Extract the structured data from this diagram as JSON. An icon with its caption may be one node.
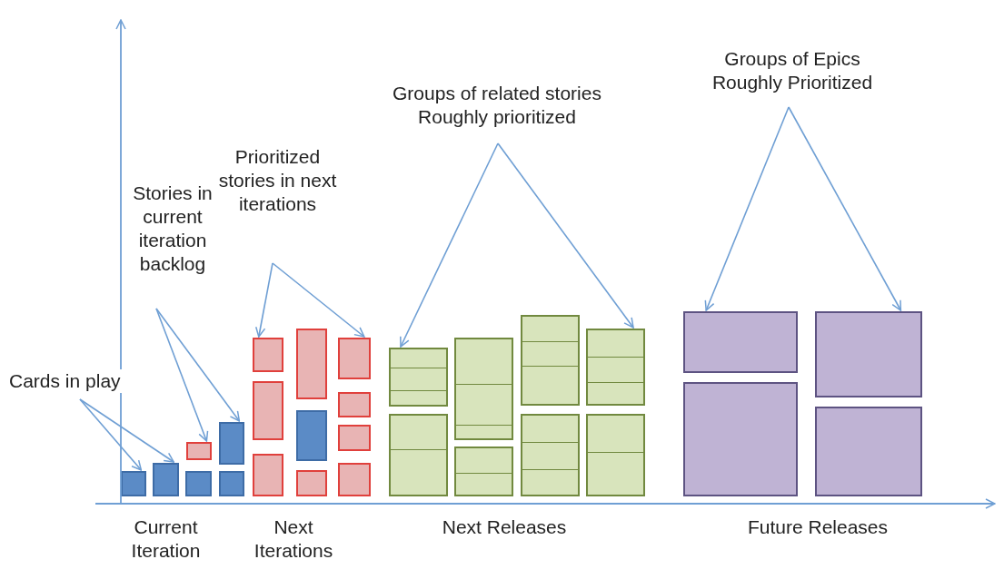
{
  "diagram": {
    "nodes": [
      {
        "text": [
          "Groups of Epics Roughly Prioritized"
        ]
      },
      {
        "text": [
          "Groups of related stories Roughly prioritized"
        ]
      },
      {
        "text": [
          "Prioritized stories in next iterations"
        ]
      },
      {
        "text": [
          "Stories in current iteration backlog"
        ]
      },
      {
        "text": [
          "Cards in play"
        ]
      },
      {
        "text": [],
        "shape": "box"
      },
      {
        "text": [],
        "shape": "box"
      },
      {
        "text": [],
        "shape": "box"
      },
      {
        "text": [],
        "shape": "box"
      },
      {
        "text": [],
        "shape": "box"
      },
      {
        "text": [],
        "shape": "box"
      },
      {
        "text": [],
        "shape": "box"
      },
      {
        "text": [],
        "shape": "box"
      },
      {
        "text": [],
        "shape": "box"
      },
      {
        "text": [],
        "shape": "box"
      },
      {
        "text": [],
        "shape": "box"
      },
      {
        "text": [],
        "shape": "box"
      },
      {
        "text": [],
        "shape": "box"
      },
      {
        "text": [],
        "shape": "box"
      },
      {
        "text": [],
        "shape": "box"
      },
      {
        "text": [],
        "shape": "box"
      },
      {
        "text": [],
        "shape": "box"
      },
      {
        "text": [],
        "shape": "box"
      },
      {
        "text": [],
        "shape": "box"
      },
      {
        "text": [],
        "shape": "box"
      },
      {
        "text": [],
        "shape": "box"
      },
      {
        "text": [],
        "shape": "box"
      },
      {
        "text": [],
        "shape": "box"
      },
      {
        "text": [],
        "shape": "box"
      },
      {
        "text": [],
        "shape": "box"
      },
      {
        "text": [],
        "shape": "box"
      },
      {
        "text": [],
        "shape": "box"
      },
      {
        "text": [],
        "shape": "box"
      }
    ],
    "edges": [
      {
        "from": 4,
        "to": 5,
        "arrow": "to"
      },
      {
        "from": 4,
        "to": 6,
        "arrow": "to"
      },
      {
        "from": 3,
        "to": 10,
        "arrow": "to"
      },
      {
        "from": 3,
        "to": 9,
        "arrow": "to"
      },
      {
        "from": 2,
        "to": 11,
        "arrow": "to"
      },
      {
        "from": 2,
        "to": 17,
        "arrow": "to"
      },
      {
        "from": 1,
        "to": 21,
        "arrow": "to"
      },
      {
        "from": 1,
        "to": 27,
        "arrow": "to"
      },
      {
        "from": 0,
        "to": 29,
        "arrow": "to"
      },
      {
        "from": 0,
        "to": 31,
        "arrow": "to"
      }
    ],
    "labels": [
      "Current Iteration",
      "Next Iterations",
      "Next Releases",
      "Future Releases"
    ]
  }
}
